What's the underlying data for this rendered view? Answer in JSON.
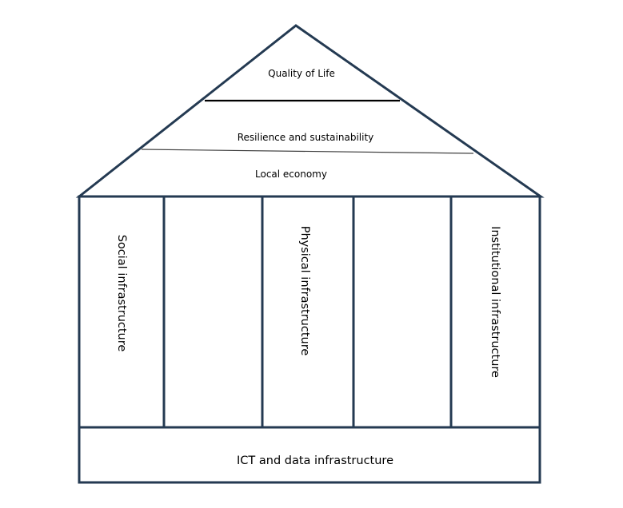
{
  "colors": {
    "stroke": "#243a52",
    "background": "#ffffff"
  },
  "roof": {
    "levels": [
      "Quality of Life",
      "Resilience and sustainability",
      "Local economy"
    ]
  },
  "pillars": {
    "items": [
      "Social infrastructure",
      "Physical infrastructure",
      "Institutional infrastructure"
    ]
  },
  "foundation": {
    "label": "ICT and data infrastructure"
  }
}
